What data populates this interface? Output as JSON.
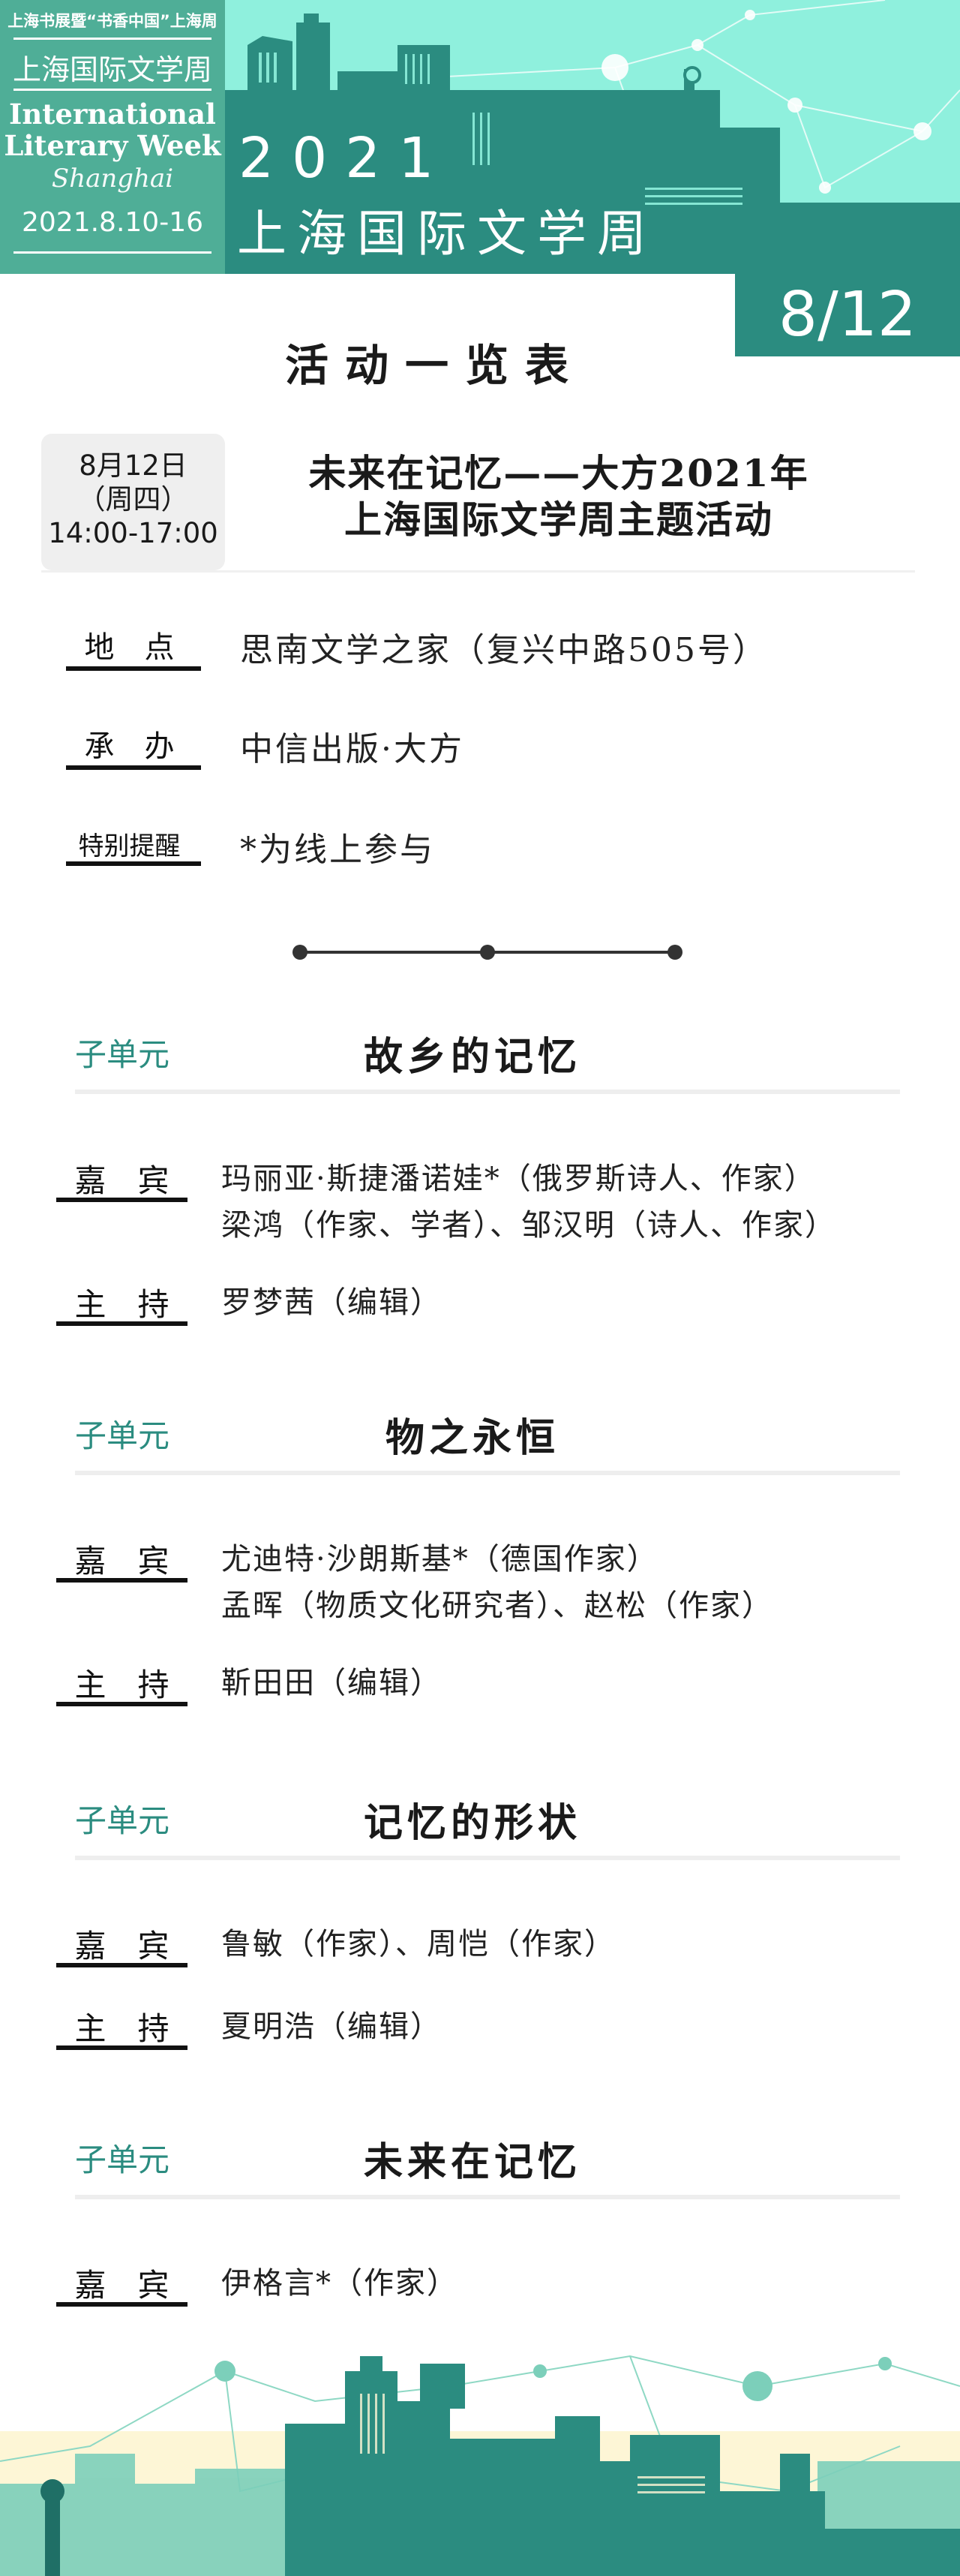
{
  "header": {
    "logo": {
      "top_line": "上海书展暨“书香中国”上海周",
      "name_cn": "上海国际文学周",
      "name_en_1": "International",
      "name_en_2": "Literary Week",
      "script": "Shanghai",
      "dates": "2021.8.10-16"
    },
    "year": "2021",
    "title": "上海国际文学周",
    "date_badge": "8/12",
    "colors": {
      "teal": "#2b8c80",
      "mint": "#8ff0dd",
      "logo_green": "#4fae97"
    }
  },
  "list_title": "活动一览表",
  "event": {
    "date": "8月12日",
    "weekday": "（周四）",
    "time": "14:00-17:00",
    "title_line1": "未来在记忆——大方2021年",
    "title_line2": "上海国际文学周主题活动"
  },
  "info": {
    "venue_label": "地　点",
    "venue": "思南文学之家（复兴中路505号）",
    "organizer_label": "承　办",
    "organizer": "中信出版·大方",
    "note_label": "特别提醒",
    "note": "*为线上参与"
  },
  "units": [
    {
      "tag": "子单元",
      "name": "故乡的记忆",
      "guests_label": "嘉　宾",
      "guests_line1": "玛丽亚·斯捷潘诺娃*（俄罗斯诗人、作家）",
      "guests_line2": "梁鸿（作家、学者）、邹汉明（诗人、作家）",
      "host_label": "主　持",
      "host": "罗梦茜（编辑）"
    },
    {
      "tag": "子单元",
      "name": "物之永恒",
      "guests_label": "嘉　宾",
      "guests_line1": "尤迪特·沙朗斯基*（德国作家）",
      "guests_line2": "孟晖（物质文化研究者）、赵松（作家）",
      "host_label": "主　持",
      "host": "靳田田（编辑）"
    },
    {
      "tag": "子单元",
      "name": "记忆的形状",
      "guests_label": "嘉　宾",
      "guests_line1": "鲁敏（作家）、周恺（作家）",
      "host_label": "主　持",
      "host": "夏明浩（编辑）"
    },
    {
      "tag": "子单元",
      "name": "未来在记忆",
      "guests_label": "嘉　宾",
      "guests_line1": "伊格言*（作家）"
    }
  ]
}
